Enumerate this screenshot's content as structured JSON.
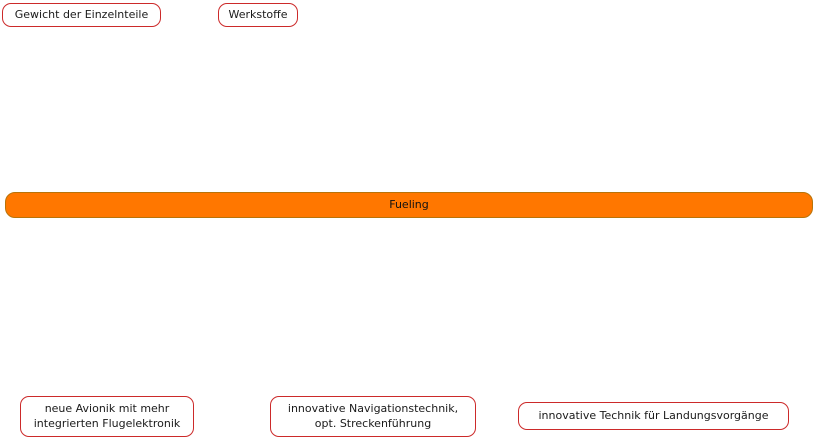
{
  "diagram": {
    "type": "mindmap-fragment",
    "background": "#ffffff",
    "colors": {
      "red_node_border": "#cc2a2a",
      "red_node_fill": "#ffffff",
      "orange_bar_fill": "#ff7700",
      "orange_bar_border": "#b87309",
      "text": "#1a1a1a"
    },
    "nodes": {
      "top": [
        {
          "label": "Gewicht der Einzelnteile"
        },
        {
          "label": "Werkstoffe"
        }
      ],
      "center": {
        "label": "Fueling"
      },
      "bottom": [
        {
          "label": "neue Avionik mit mehr\nintegrierten Flugelektronik"
        },
        {
          "label": "innovative Navigationstechnik,\nopt. Streckenführung"
        },
        {
          "label": "innovative Technik für Landungsvorgänge"
        }
      ]
    }
  }
}
